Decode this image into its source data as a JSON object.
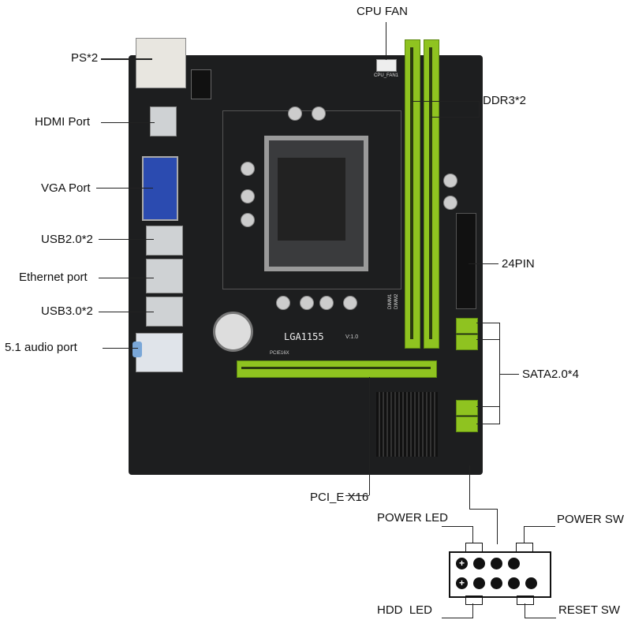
{
  "labels": {
    "ps": "PS*2",
    "hdmi": "HDMI Port",
    "vga": "VGA Port",
    "usb2": "USB2.0*2",
    "ethernet": "Ethernet port",
    "usb3": "USB3.0*2",
    "audio": "5.1 audio port",
    "cpu_fan": "CPU FAN",
    "ddr3": "DDR3*2",
    "pin24": "24PIN",
    "sata": "SATA2.0*4",
    "pcie": "PCI_E X16",
    "power_led": "POWER LED",
    "power_sw": "POWER SW",
    "hdd_led": "HDD  LED",
    "reset_sw": "RESET SW"
  },
  "board_text": {
    "socket": "LGA1155",
    "version": "V:1.0",
    "pcie_slot": "PCIE16X",
    "cpu_fan_silk": "CPU_FAN1",
    "dimm1": "DIMM1",
    "dimm2": "DIMM2"
  },
  "colors": {
    "board": "#1d1e1f",
    "slot_green": "#8fc320"
  }
}
